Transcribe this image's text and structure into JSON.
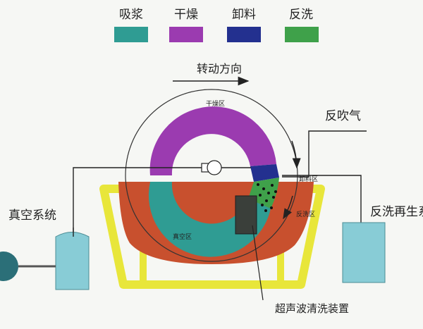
{
  "legend": [
    {
      "label": "吸浆",
      "color": "#2f9c93"
    },
    {
      "label": "干燥",
      "color": "#9b3bb0"
    },
    {
      "label": "卸料",
      "color": "#23308f"
    },
    {
      "label": "反洗",
      "color": "#3fa14a"
    }
  ],
  "rotation_direction_label": "转动方向",
  "zones": {
    "drying": "干燥区",
    "discharge": "卸料区",
    "backwash": "反洗区",
    "vacuum": "真空区"
  },
  "labels": {
    "back_blow_air": "反吹气",
    "vacuum_system": "真空系统",
    "backwash_regen": "反洗再生系",
    "ultrasonic": "超声波清洗装置"
  },
  "colors": {
    "tank": "#c8502e",
    "drum_green": "#2f9c93",
    "frame": "#e8e63a",
    "vessel": "#88ccd6",
    "pump": "#2b6f78"
  }
}
